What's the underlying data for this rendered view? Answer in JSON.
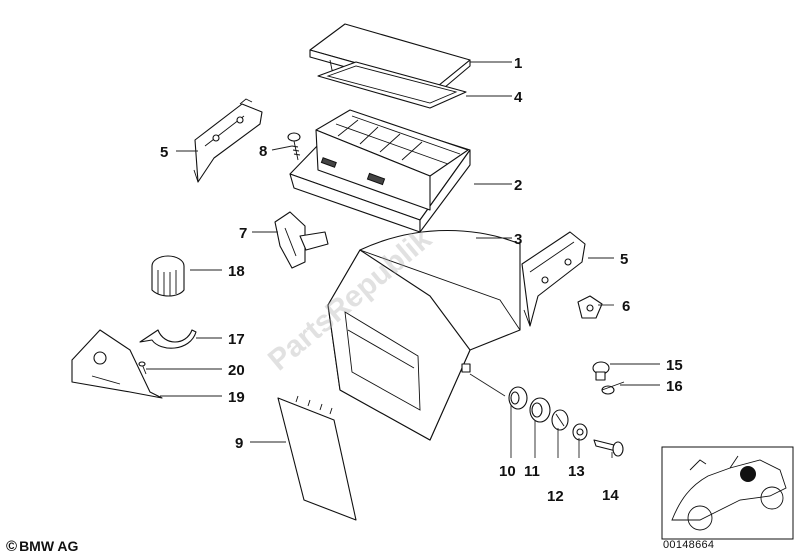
{
  "diagram": {
    "callouts": [
      {
        "id": "1",
        "label": "1"
      },
      {
        "id": "2",
        "label": "2"
      },
      {
        "id": "3",
        "label": "3"
      },
      {
        "id": "4",
        "label": "4"
      },
      {
        "id": "5a",
        "label": "5"
      },
      {
        "id": "5b",
        "label": "5"
      },
      {
        "id": "6",
        "label": "6"
      },
      {
        "id": "7",
        "label": "7"
      },
      {
        "id": "8",
        "label": "8"
      },
      {
        "id": "9",
        "label": "9"
      },
      {
        "id": "10",
        "label": "10"
      },
      {
        "id": "11",
        "label": "11"
      },
      {
        "id": "12",
        "label": "12"
      },
      {
        "id": "13",
        "label": "13"
      },
      {
        "id": "14",
        "label": "14"
      },
      {
        "id": "15",
        "label": "15"
      },
      {
        "id": "16",
        "label": "16"
      },
      {
        "id": "17",
        "label": "17"
      },
      {
        "id": "18",
        "label": "18"
      },
      {
        "id": "19",
        "label": "19"
      },
      {
        "id": "20",
        "label": "20"
      }
    ]
  },
  "footer": {
    "copyright_symbol": "©",
    "copyright_text": "BMW AG",
    "diagram_id": "00148664"
  },
  "watermark": {
    "text": "PartsRepublik"
  }
}
